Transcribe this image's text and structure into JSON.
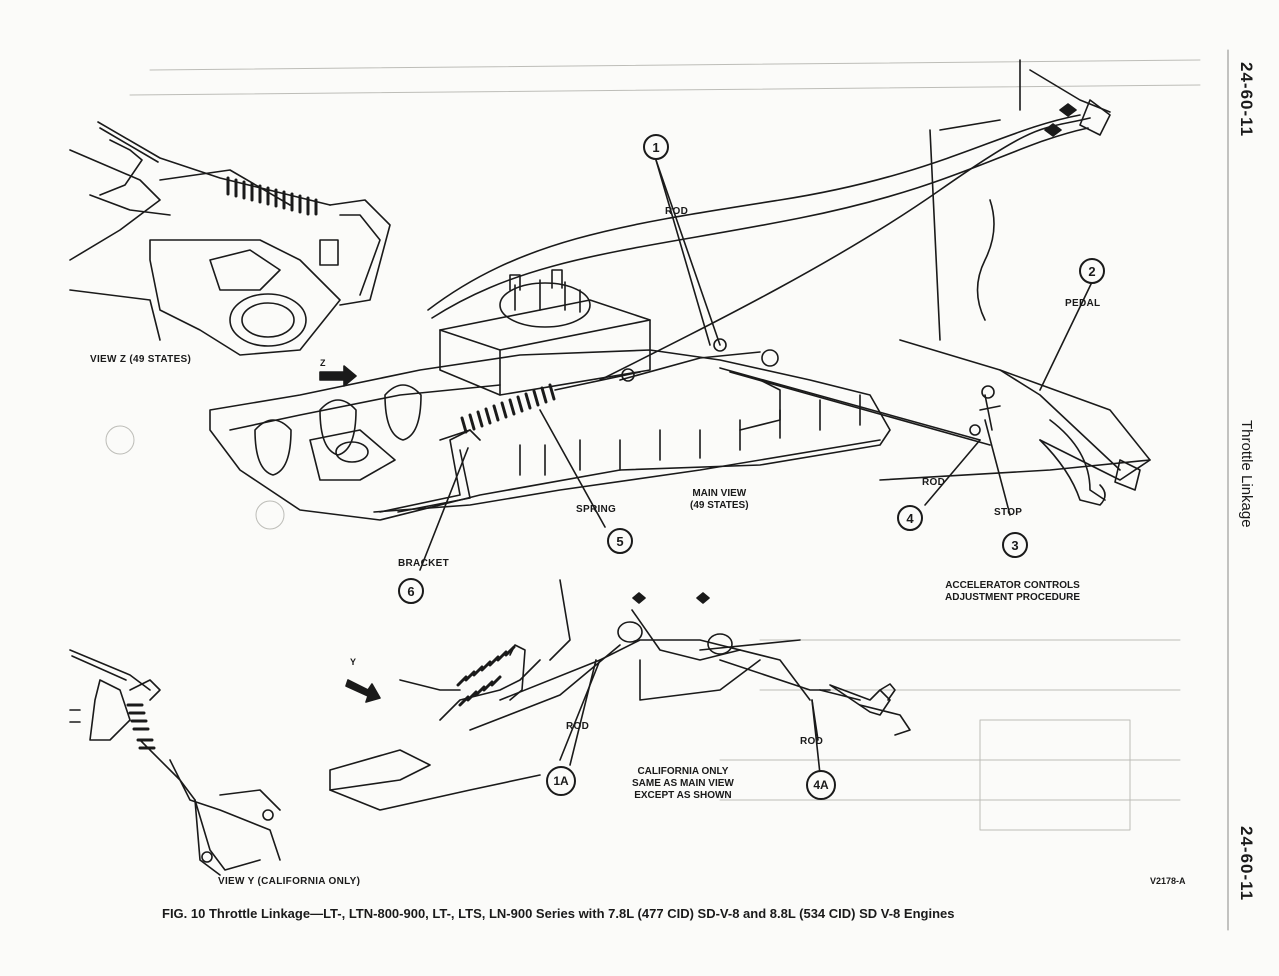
{
  "page_numbers": {
    "top": "24-60-11",
    "bottom": "24-60-11"
  },
  "section_title": "Throttle Linkage",
  "views": {
    "view_z": "VIEW Z (49 STATES)",
    "view_y": "VIEW Y (CALIFORNIA ONLY)",
    "main_view": [
      "MAIN VIEW",
      "(49 STATES)"
    ],
    "california_note": [
      "CALIFORNIA ONLY",
      "SAME AS MAIN VIEW",
      "EXCEPT AS SHOWN"
    ],
    "procedure": [
      "ACCELERATOR CONTROLS",
      "ADJUSTMENT PROCEDURE"
    ]
  },
  "arrows": {
    "z": "Z",
    "y": "Y"
  },
  "labels": {
    "rod_top": "ROD",
    "pedal": "PEDAL",
    "rod_right": "ROD",
    "stop": "STOP",
    "spring": "SPRING",
    "bracket": "BRACKET",
    "rod_1a": "ROD",
    "rod_4a": "ROD"
  },
  "callouts": {
    "c1": "1",
    "c2": "2",
    "c3": "3",
    "c4": "4",
    "c5": "5",
    "c6": "6",
    "c1a": "1A",
    "c4a": "4A"
  },
  "figure_caption": "FIG. 10 Throttle Linkage—LT-, LTN-800-900, LT-, LTS, LN-900 Series with 7.8L (477 CID) SD-V-8 and 8.8L (534 CID) SD V-8 Engines",
  "figure_code": "V2178-A"
}
